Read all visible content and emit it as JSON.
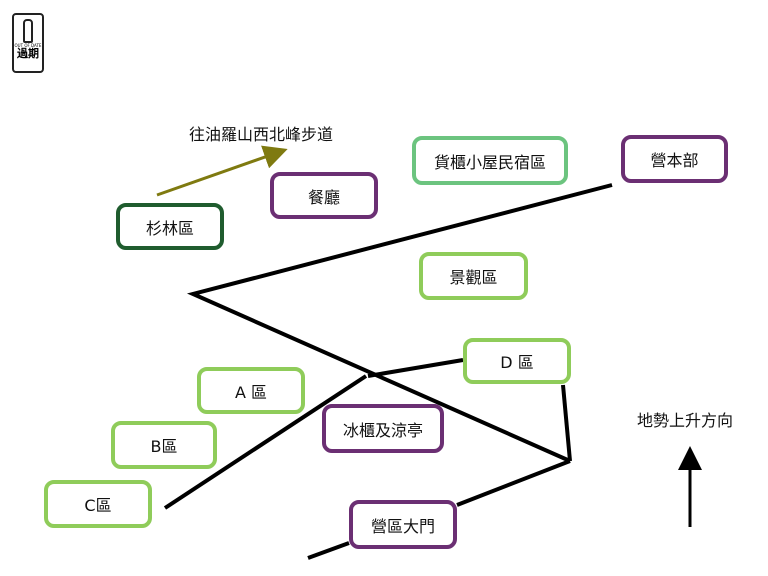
{
  "logo": {
    "small": "OUT OF DATE",
    "big": "過期"
  },
  "trail_label": "往油羅山西北峰步道",
  "slope_label": "地勢上升方向",
  "areas": {
    "cedar": "杉林區",
    "restaurant": "餐廳",
    "container": "貨櫃小屋民宿區",
    "hq": "營本部",
    "view": "景觀區",
    "d": "D 區",
    "a": "A 區",
    "b": "B區",
    "c": "C區",
    "fridge": "冰櫃及涼亭",
    "gate": "營區大門"
  },
  "colors": {
    "dark_green": "#1f5c2e",
    "purple": "#6b2f73",
    "mid_green": "#6cc47f",
    "light_green": "#8fcc5a",
    "olive": "#7f7a10"
  }
}
